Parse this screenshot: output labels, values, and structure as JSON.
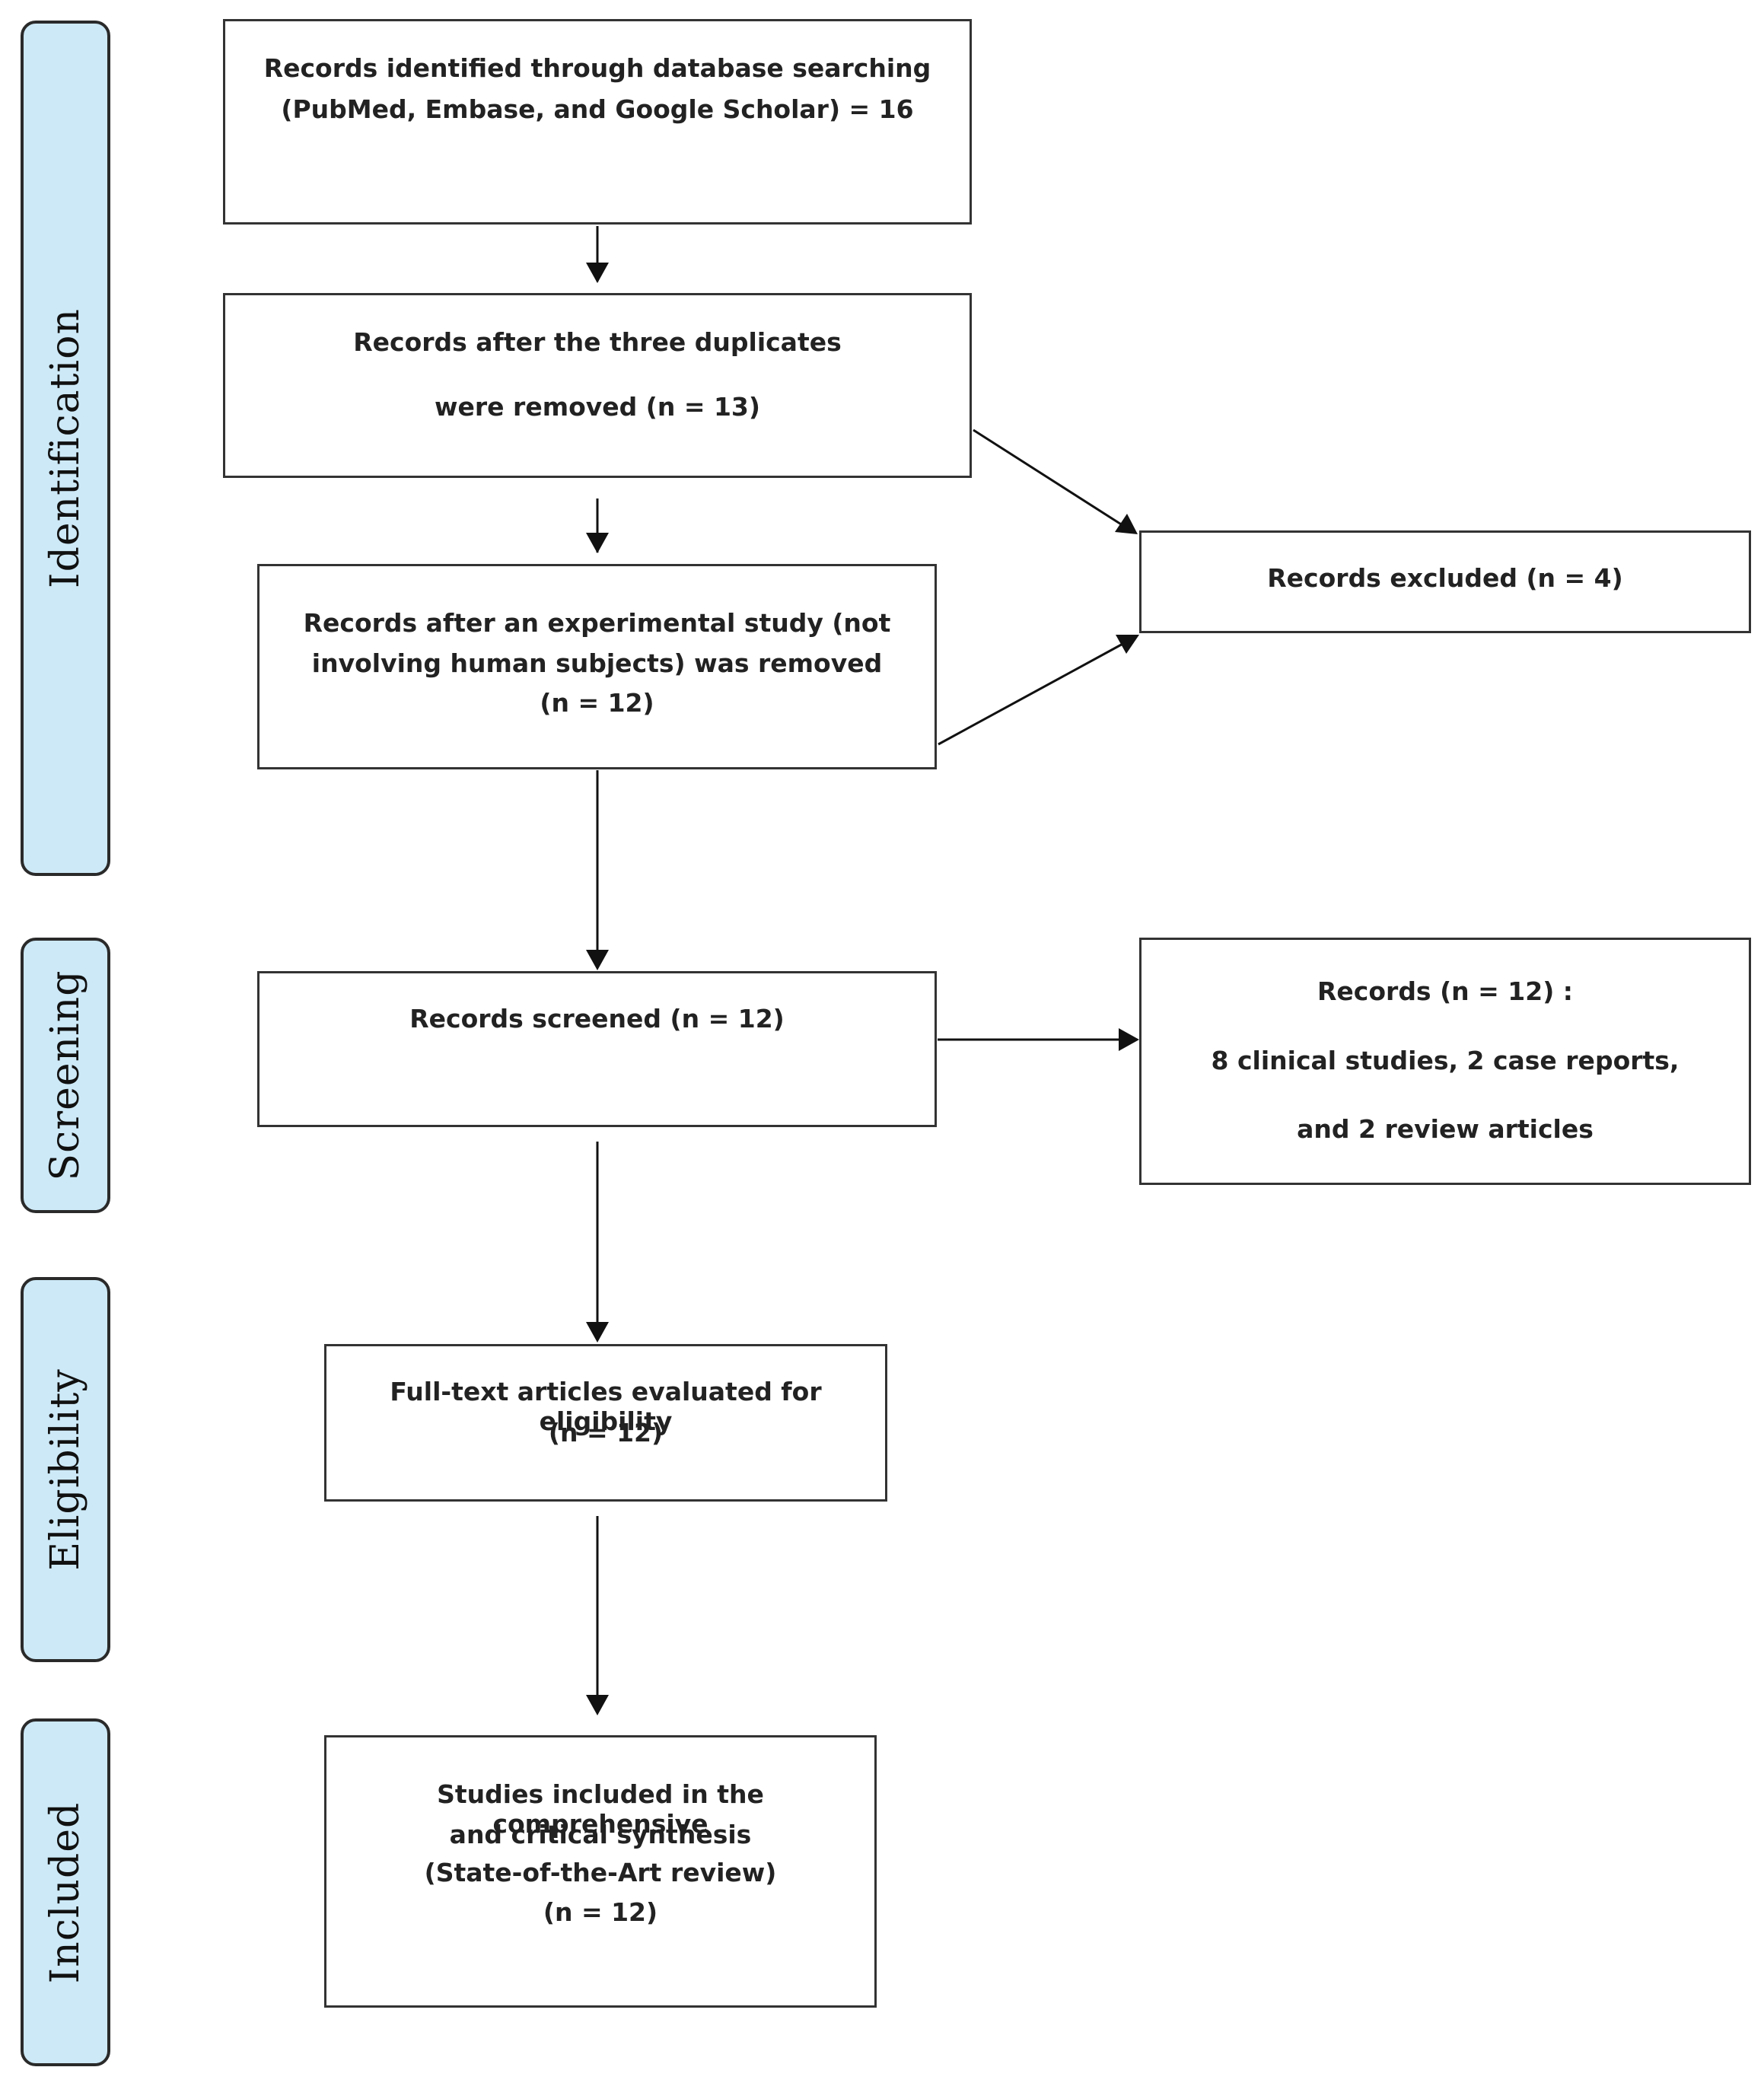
{
  "phases": {
    "identification": "Identification",
    "screening": "Screening",
    "eligibility": "Eligibility",
    "included": "Included"
  },
  "boxes": {
    "identified": [
      "Records identified through database searching",
      "(PubMed, Embase, and Google Scholar) = 16"
    ],
    "duplicates_removed": [
      "Records after the three duplicates",
      "were removed (n = 13)"
    ],
    "experimental_removed": [
      "Records after an experimental study (not",
      "involving human subjects) was removed",
      "(n = 12)"
    ],
    "excluded": [
      "Records excluded (n = 4)"
    ],
    "screened": [
      "Records screened (n = 12)"
    ],
    "records_breakdown": [
      "Records (n = 12) :",
      "8 clinical studies, 2 case reports,",
      "and 2 review articles"
    ],
    "eligibility": [
      "Full-text articles evaluated for eligibility",
      "(n = 12)"
    ],
    "included": [
      "Studies included in the comprehensive",
      "and critical synthesis",
      "(State-of-the-Art review)",
      "(n = 12)"
    ]
  },
  "colors": {
    "phase_fill": "#cde9f7",
    "border": "#333333",
    "arrow": "#111111"
  }
}
